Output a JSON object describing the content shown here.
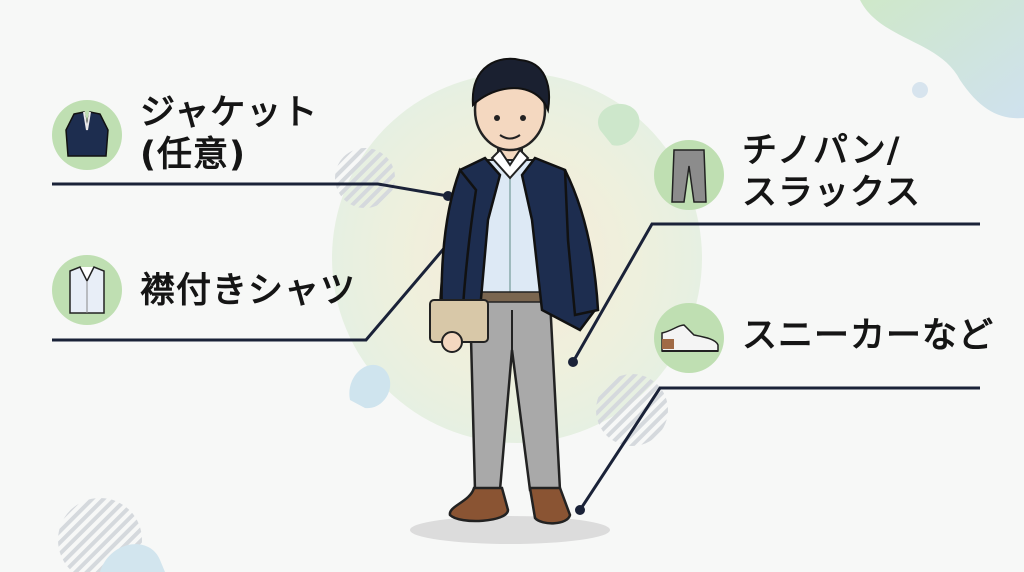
{
  "labels": {
    "jacket_line1": "ジャケット",
    "jacket_line2": "(任意)",
    "shirt": "襟付きシャツ",
    "pants_line1": "チノパン/",
    "pants_line2": "スラックス",
    "shoes": "スニーカーなど"
  },
  "icons": {
    "jacket": "jacket-icon",
    "shirt": "collared-shirt-icon",
    "pants": "chinos-icon",
    "shoes": "sneaker-icon"
  },
  "colors": {
    "background": "#f7f8f7",
    "icon_circle": "#bfdfb2",
    "navy": "#1d2d4f",
    "gray_pants": "#a9a9a9",
    "shoes_brown": "#8a5433",
    "line": "#1a2238"
  }
}
